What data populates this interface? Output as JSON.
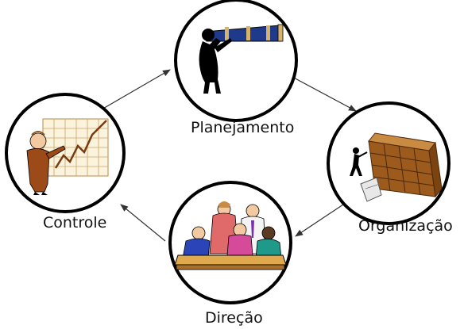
{
  "nodes": [
    {
      "id": "planejamento",
      "label": "Planejamento",
      "icon": "telescope-person-icon"
    },
    {
      "id": "organizacao",
      "label": "Organização",
      "icon": "filing-shelf-icon"
    },
    {
      "id": "direcao",
      "label": "Direção",
      "icon": "meeting-table-icon"
    },
    {
      "id": "controle",
      "label": "Controle",
      "icon": "chart-presenter-icon"
    }
  ],
  "edges": [
    {
      "from": "planejamento",
      "to": "organizacao"
    },
    {
      "from": "organizacao",
      "to": "direcao"
    },
    {
      "from": "direcao",
      "to": "controle"
    },
    {
      "from": "controle",
      "to": "planejamento"
    }
  ]
}
